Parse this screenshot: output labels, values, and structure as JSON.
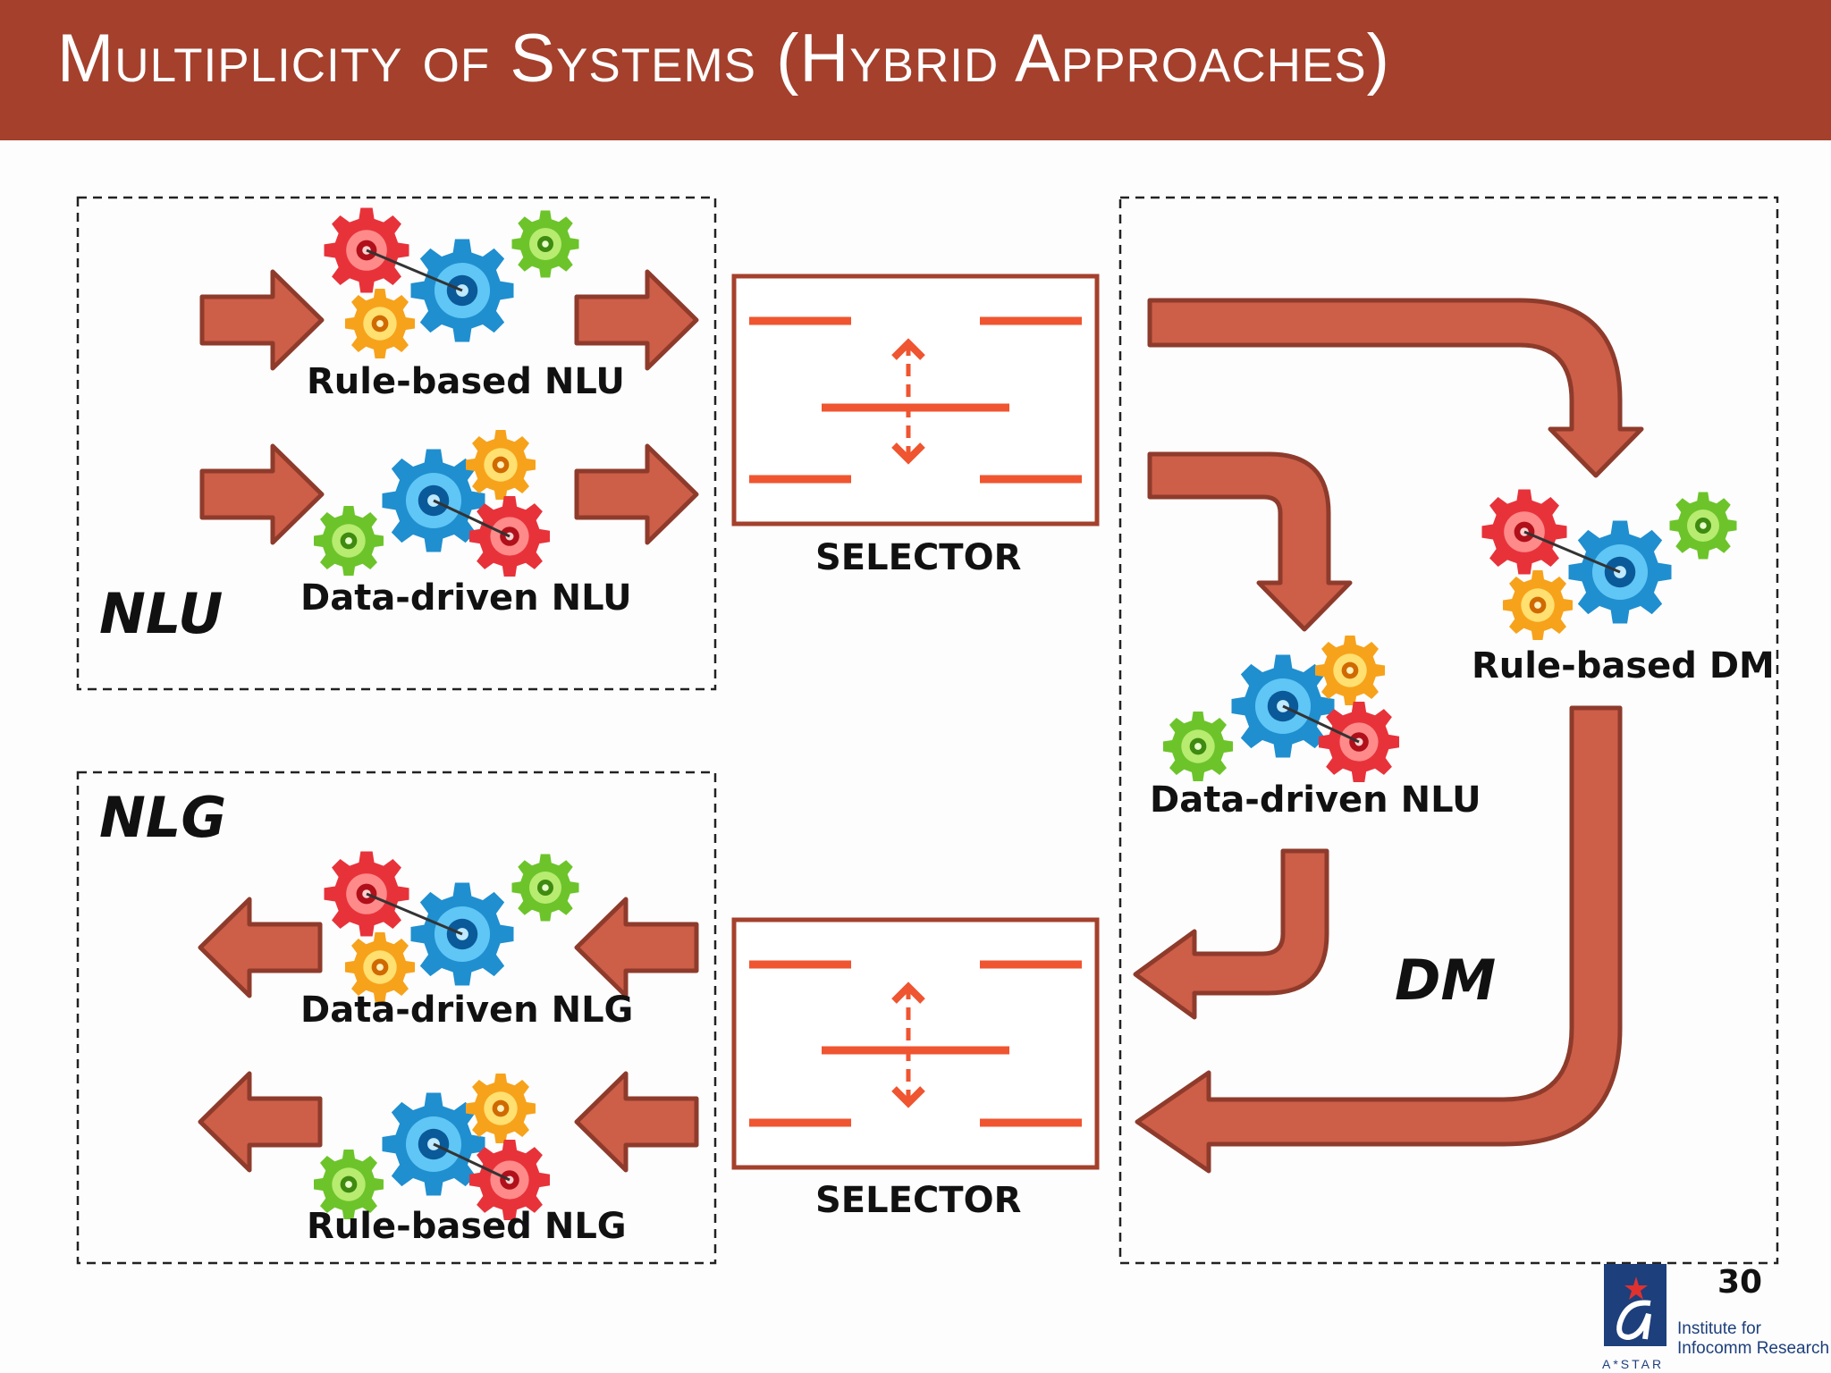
{
  "title": "Multiplicity of Systems (Hybrid Approaches)",
  "nlu": {
    "section_label": "NLU",
    "rule_based": "Rule-based NLU",
    "data_driven": "Data-driven NLU"
  },
  "nlg": {
    "section_label": "NLG",
    "data_driven": "Data-driven NLG",
    "rule_based": "Rule-based NLG"
  },
  "dm": {
    "section_label": "DM",
    "rule_based": "Rule-based DM",
    "data_driven": "Data-driven NLU"
  },
  "selectors": [
    "SELECTOR",
    "SELECTOR"
  ],
  "page_number": "30",
  "logo": {
    "line1": "Institute for",
    "line2": "Infocomm Research",
    "org": "A*STAR"
  },
  "colors": {
    "title_bar": "#a4402c",
    "arrow_fill": "#cd5e48",
    "arrow_stroke": "#8e3b2c",
    "selector_border": "#a4402c",
    "selector_lines": "#ef5530",
    "gear_red": "#e8323a",
    "gear_blue": "#1f8fd0",
    "gear_green": "#6cc42a",
    "gear_orange": "#f7a21b"
  },
  "icons": [
    "gear-cluster-icon",
    "arrow-right-icon",
    "arrow-left-icon",
    "curved-arrow-icon",
    "double-arrow-icon",
    "astar-logo-icon"
  ]
}
